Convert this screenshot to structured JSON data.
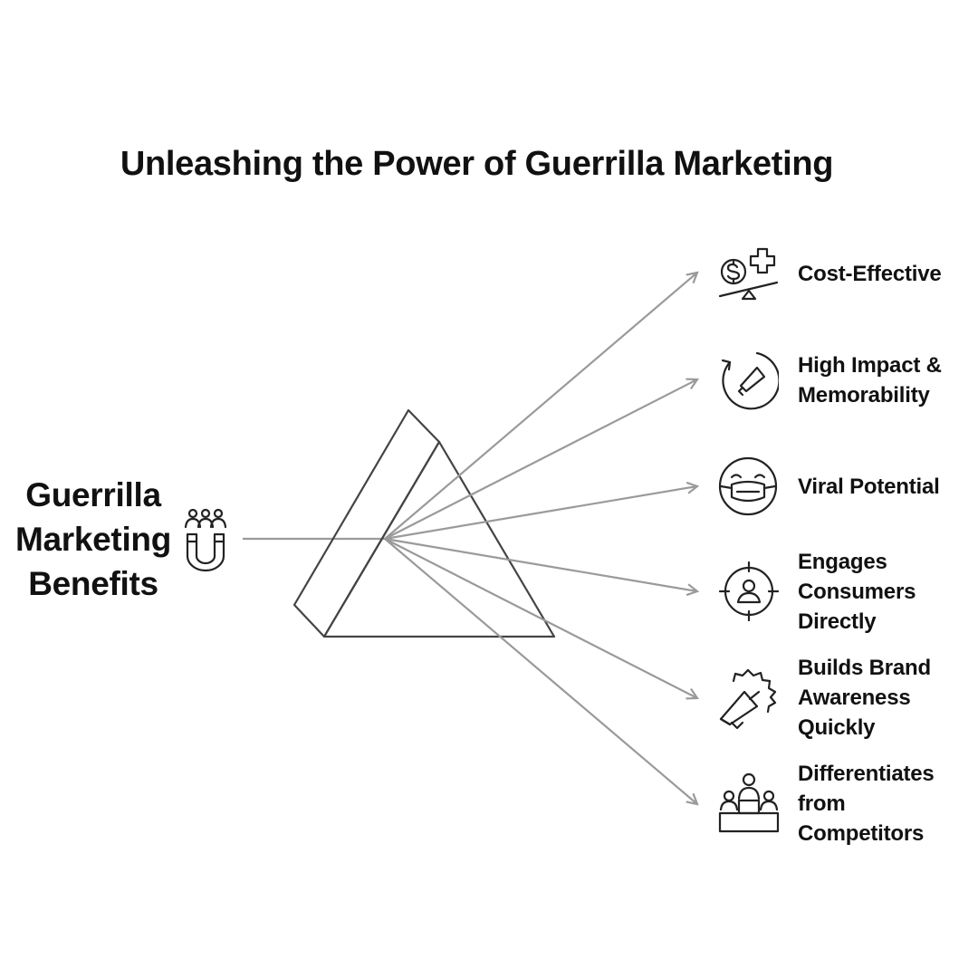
{
  "title": "Unleashing the Power of Guerrilla Marketing",
  "source": {
    "lines": [
      "Guerrilla",
      "Marketing",
      "Benefits"
    ],
    "icon": "magnet-people-icon"
  },
  "benefits": [
    {
      "lines": [
        "Cost-Effective"
      ],
      "icon": "dollar-scale-icon"
    },
    {
      "lines": [
        "High Impact &",
        "Memorability"
      ],
      "icon": "megaphone-refresh-icon"
    },
    {
      "lines": [
        "Viral Potential"
      ],
      "icon": "masked-face-icon"
    },
    {
      "lines": [
        "Engages",
        "Consumers",
        "Directly"
      ],
      "icon": "target-person-icon"
    },
    {
      "lines": [
        "Builds Brand",
        "Awareness",
        "Quickly"
      ],
      "icon": "megaphone-badge-icon"
    },
    {
      "lines": [
        "Differentiates",
        "from",
        "Competitors"
      ],
      "icon": "podium-icon"
    }
  ],
  "colors": {
    "text": "#111111",
    "prism": "#444444",
    "rays": "#9a9a9a",
    "icons": "#222222"
  }
}
